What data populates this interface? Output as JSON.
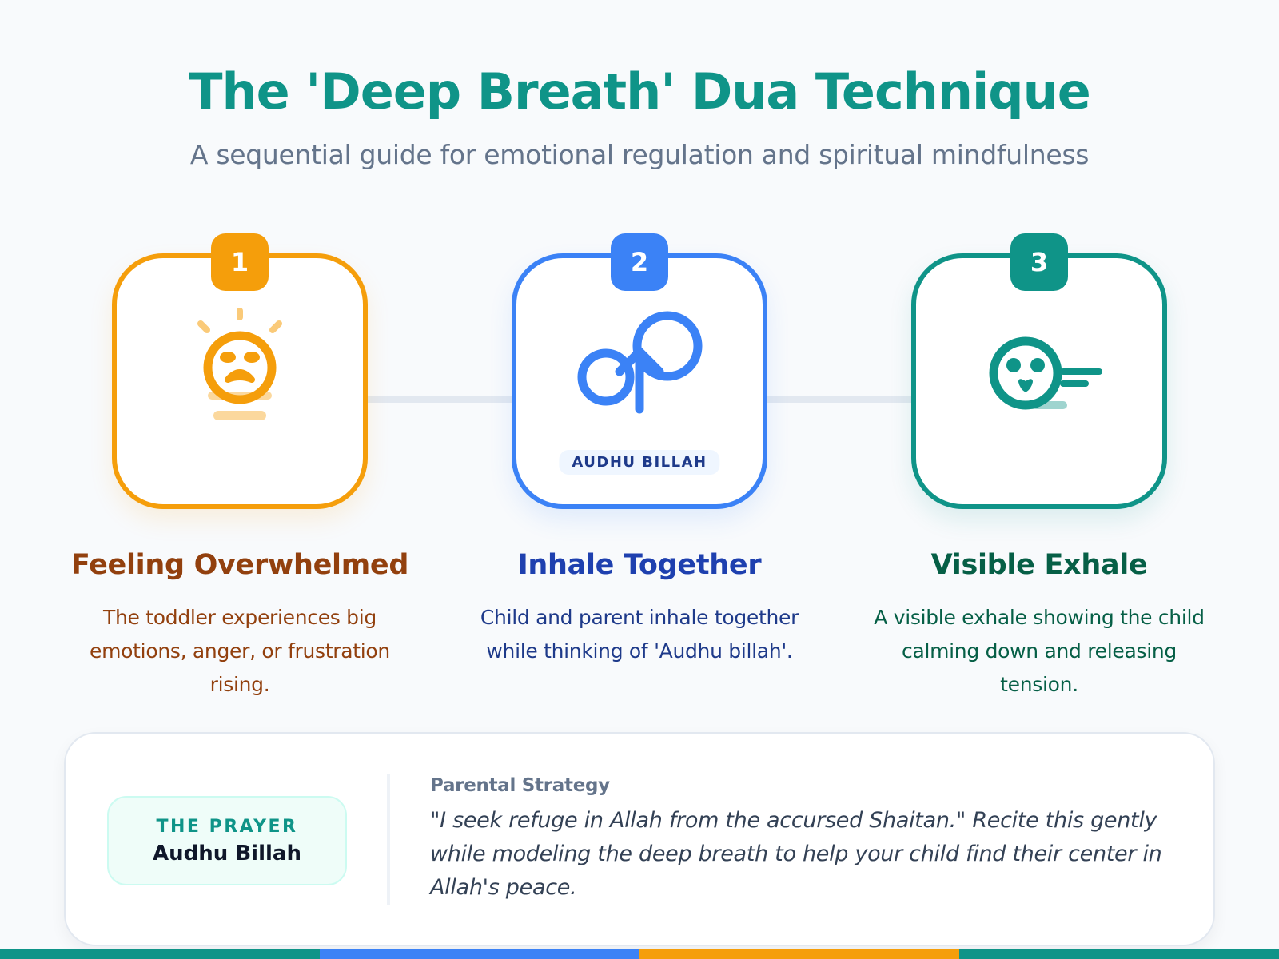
{
  "header": {
    "title": "The 'Deep Breath' Dua Technique",
    "subtitle": "A sequential guide for emotional regulation and spiritual mindfulness"
  },
  "steps": [
    {
      "number": "1",
      "title": "Feeling Overwhelmed",
      "description": "The toddler experiences big emotions, anger, or frustration rising.",
      "icon": "upset-face-lightbulb-icon",
      "color": "#f59e0b",
      "title_color": "#92400e"
    },
    {
      "number": "2",
      "title": "Inhale Together",
      "description": "Child and parent inhale together while thinking of 'Audhu billah'.",
      "icon": "inhale-arrow-circles-icon",
      "pill": "AUDHU BILLAH",
      "color": "#3b82f6",
      "title_color": "#1e40af"
    },
    {
      "number": "3",
      "title": "Visible Exhale",
      "description": "A visible exhale showing the child calming down and releasing tension.",
      "icon": "calm-face-exhale-icon",
      "color": "#0f9488",
      "title_color": "#065f46"
    }
  ],
  "strategy_panel": {
    "prayer_label": "THE PRAYER",
    "prayer_name": "Audhu Billah",
    "strategy_label": "Parental Strategy",
    "strategy_text": "\"I seek refuge in Allah from the accursed Shaitan.\" Recite this gently while modeling the deep breath to help your child find their center in Allah's peace."
  },
  "footer_bar": {
    "colors": [
      "#0f9488",
      "#3b82f6",
      "#f59e0b",
      "#0f9488"
    ]
  }
}
